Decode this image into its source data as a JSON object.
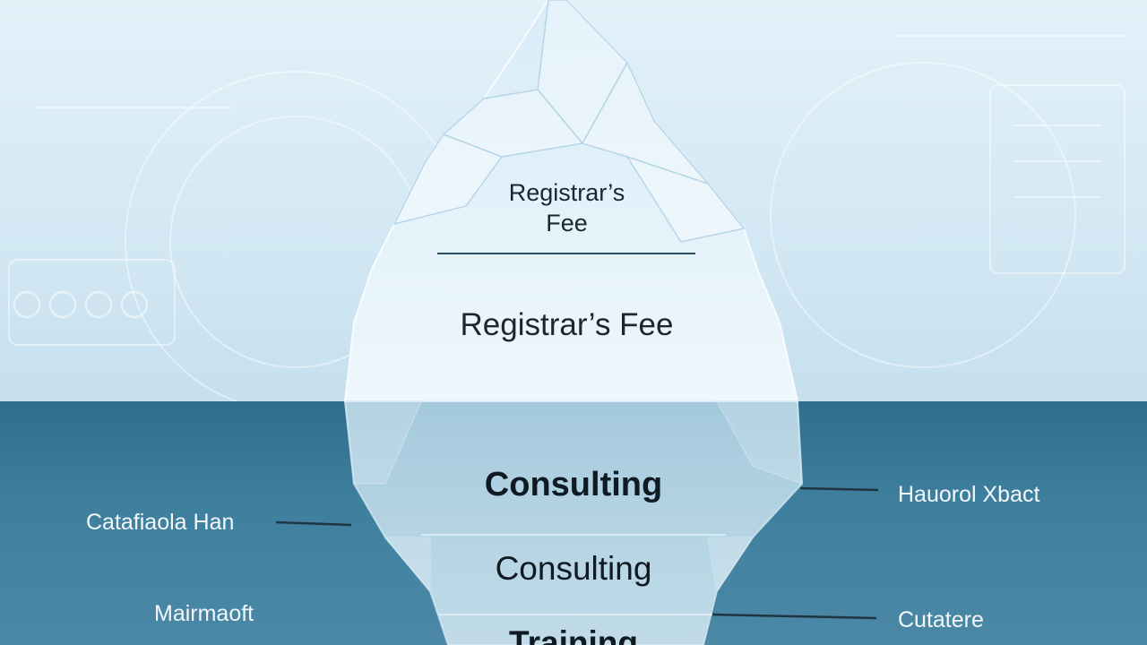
{
  "iceberg": {
    "top_label": "Registrar’s\nFee",
    "middle_label": "Registrar’s Fee",
    "submerged_labels": [
      "Consulting",
      "Consulting",
      "Training"
    ]
  },
  "callouts": {
    "left": [
      "Catafiaola Han",
      "Mairmaoft"
    ],
    "right": [
      "Hauorol Xbact",
      "Cutatere"
    ]
  },
  "colors": {
    "sky": "#d4e9f4",
    "water": "#3a7a9a",
    "ice": "#e6f3fa",
    "divider": "#2a4f66"
  }
}
